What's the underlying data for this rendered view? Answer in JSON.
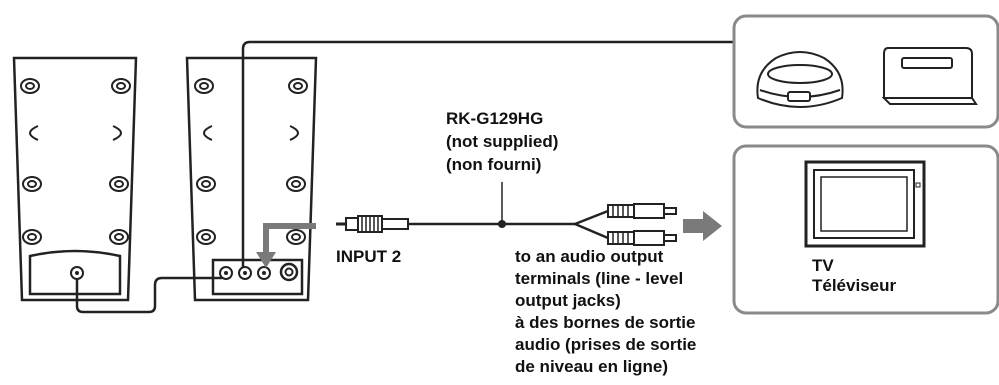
{
  "cable": {
    "model": "RK-G129HG",
    "note_en": "(not supplied)",
    "note_fr": "(non fourni)"
  },
  "input_label": "INPUT 2",
  "output_note": [
    "to an audio output",
    "terminals (line - level",
    "output jacks)",
    "à des bornes de sortie",
    "audio (prises de sortie",
    "de niveau en ligne)"
  ],
  "tv": {
    "label_en": "TV",
    "label_fr": "Téléviseur"
  },
  "colors": {
    "line": "#222222",
    "arrow": "#7a7a7a",
    "box_border": "#8a8a8a"
  }
}
